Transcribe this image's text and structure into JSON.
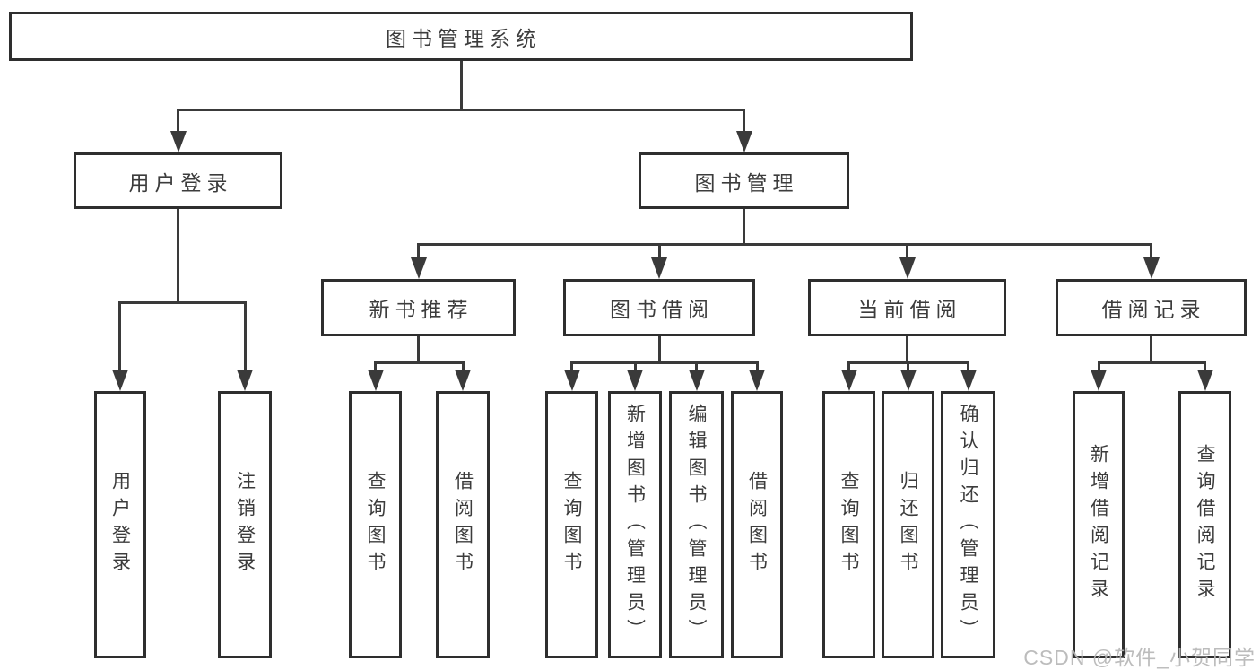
{
  "diagram": {
    "root": {
      "label": "图书管理系统"
    },
    "level2": [
      {
        "label": "用户登录"
      },
      {
        "label": "图书管理"
      }
    ],
    "level3": [
      {
        "label": "新书推荐",
        "parent": "图书管理"
      },
      {
        "label": "图书借阅",
        "parent": "图书管理"
      },
      {
        "label": "当前借阅",
        "parent": "图书管理"
      },
      {
        "label": "借阅记录",
        "parent": "图书管理"
      }
    ],
    "leaves": [
      {
        "label": "用户登录",
        "parent": "用户登录"
      },
      {
        "label": "注销登录",
        "parent": "用户登录"
      },
      {
        "label": "查询图书",
        "parent": "新书推荐"
      },
      {
        "label": "借阅图书",
        "parent": "新书推荐"
      },
      {
        "label": "查询图书",
        "parent": "图书借阅"
      },
      {
        "label": "新增图书（管理员）",
        "parent": "图书借阅"
      },
      {
        "label": "编辑图书（管理员）",
        "parent": "图书借阅"
      },
      {
        "label": "借阅图书",
        "parent": "图书借阅"
      },
      {
        "label": "查询图书",
        "parent": "当前借阅"
      },
      {
        "label": "归还图书",
        "parent": "当前借阅"
      },
      {
        "label": "确认归还（管理员）",
        "parent": "当前借阅"
      },
      {
        "label": "新增借阅记录",
        "parent": "借阅记录"
      },
      {
        "label": "查询借阅记录",
        "parent": "借阅记录"
      }
    ],
    "colors": {
      "line": "#3a3a3a",
      "box_border": "#2e2e2e",
      "text": "#3c3c3c",
      "background": "#ffffff",
      "watermark": "#b6b6b6"
    }
  },
  "watermark": {
    "text": "CSDN @软件_小贺同学"
  }
}
